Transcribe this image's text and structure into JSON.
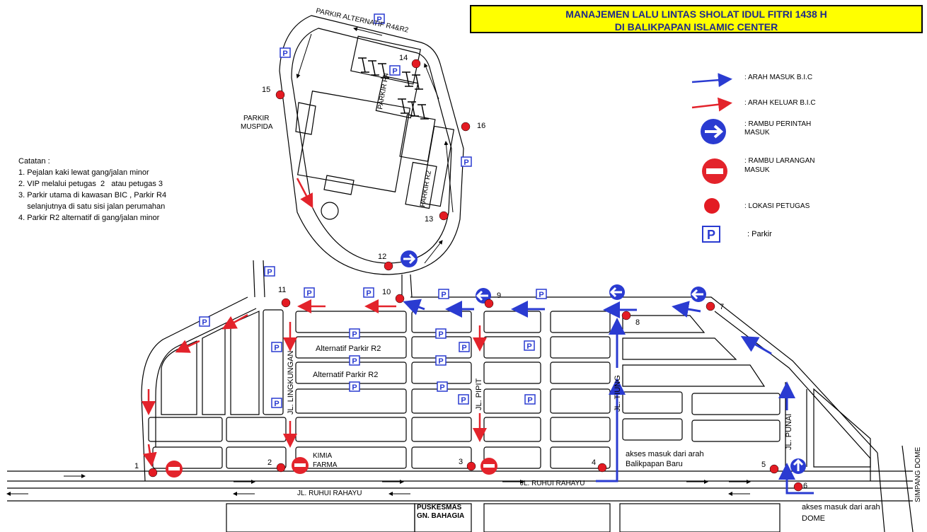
{
  "title": {
    "line1": "MANAJEMEN LALU LINTAS   SHOLAT IDUL FITRI 1438 H",
    "line2": "DI BALIKPAPAN ISLAMIC CENTER"
  },
  "notes": {
    "heading": "Catatan :",
    "items": [
      "1. Pejalan kaki lewat gang/jalan minor",
      "2. VIP melalui petugas  2   atau petugas 3",
      "3. Parkir utama di kawasan BIC , Parkir R4",
      "    selanjutnya di satu sisi jalan perumahan",
      "4. Parkir R2 alternatif di gang/jalan minor"
    ]
  },
  "legend": {
    "entry": ": ARAH MASUK B.I.C",
    "exit": ": ARAH KELUAR B.I.C",
    "mandatory_line1": ": RAMBU PERINTAH",
    "mandatory_line2": "  MASUK",
    "prohibit_line1": ": RAMBU LARANGAN",
    "prohibit_line2": "  MASUK",
    "officer": ": LOKASI PETUGAS",
    "parking": ": Parkir",
    "parking_symbol": "P"
  },
  "labels": {
    "parkir_alt": "PARKIR ALTERNATIF R4&R2",
    "parkir_r4": "PARKIR R4",
    "parkir_r2": "PARKIR R2",
    "parkir_muspida_1": "PARKIR",
    "parkir_muspida_2": "MUSPIDA",
    "alt_r2_1": "Alternatif Parkir R2",
    "alt_r2_2": "Alternatif Parkir R2",
    "jl_lingkungan": "JL. LINGKUNGAN",
    "jl_pipit": "JL. PIPIT",
    "jl_tiung": "JL. TIUNG",
    "jl_punai": "JL. PUNAI",
    "jl_ruhui_1": "JL. RUHUI RAHAYU",
    "jl_ruhui_2": "JL. RUHUI RAHAYU",
    "kimia_1": "KIMIA",
    "kimia_2": "FARMA",
    "puskesmas_1": "PUSKESMAS",
    "puskesmas_2": "GN. BAHAGIA",
    "akses_bpn_1": "akses masuk dari arah",
    "akses_bpn_2": "Balikpapan Baru",
    "akses_dome_1": "akses masuk dari arah",
    "akses_dome_2": "DOME",
    "simpang_dome": "SIMPANG DOME"
  },
  "officers": [
    "1",
    "2",
    "3",
    "4",
    "5",
    "6",
    "7",
    "8",
    "9",
    "10",
    "11",
    "12",
    "13",
    "14",
    "15",
    "16"
  ],
  "colors": {
    "entry": "#2a3bd1",
    "exit": "#e3232b",
    "officer": "#e31b23",
    "title_bg": "#ffff00",
    "parking": "#2a3bd1"
  }
}
